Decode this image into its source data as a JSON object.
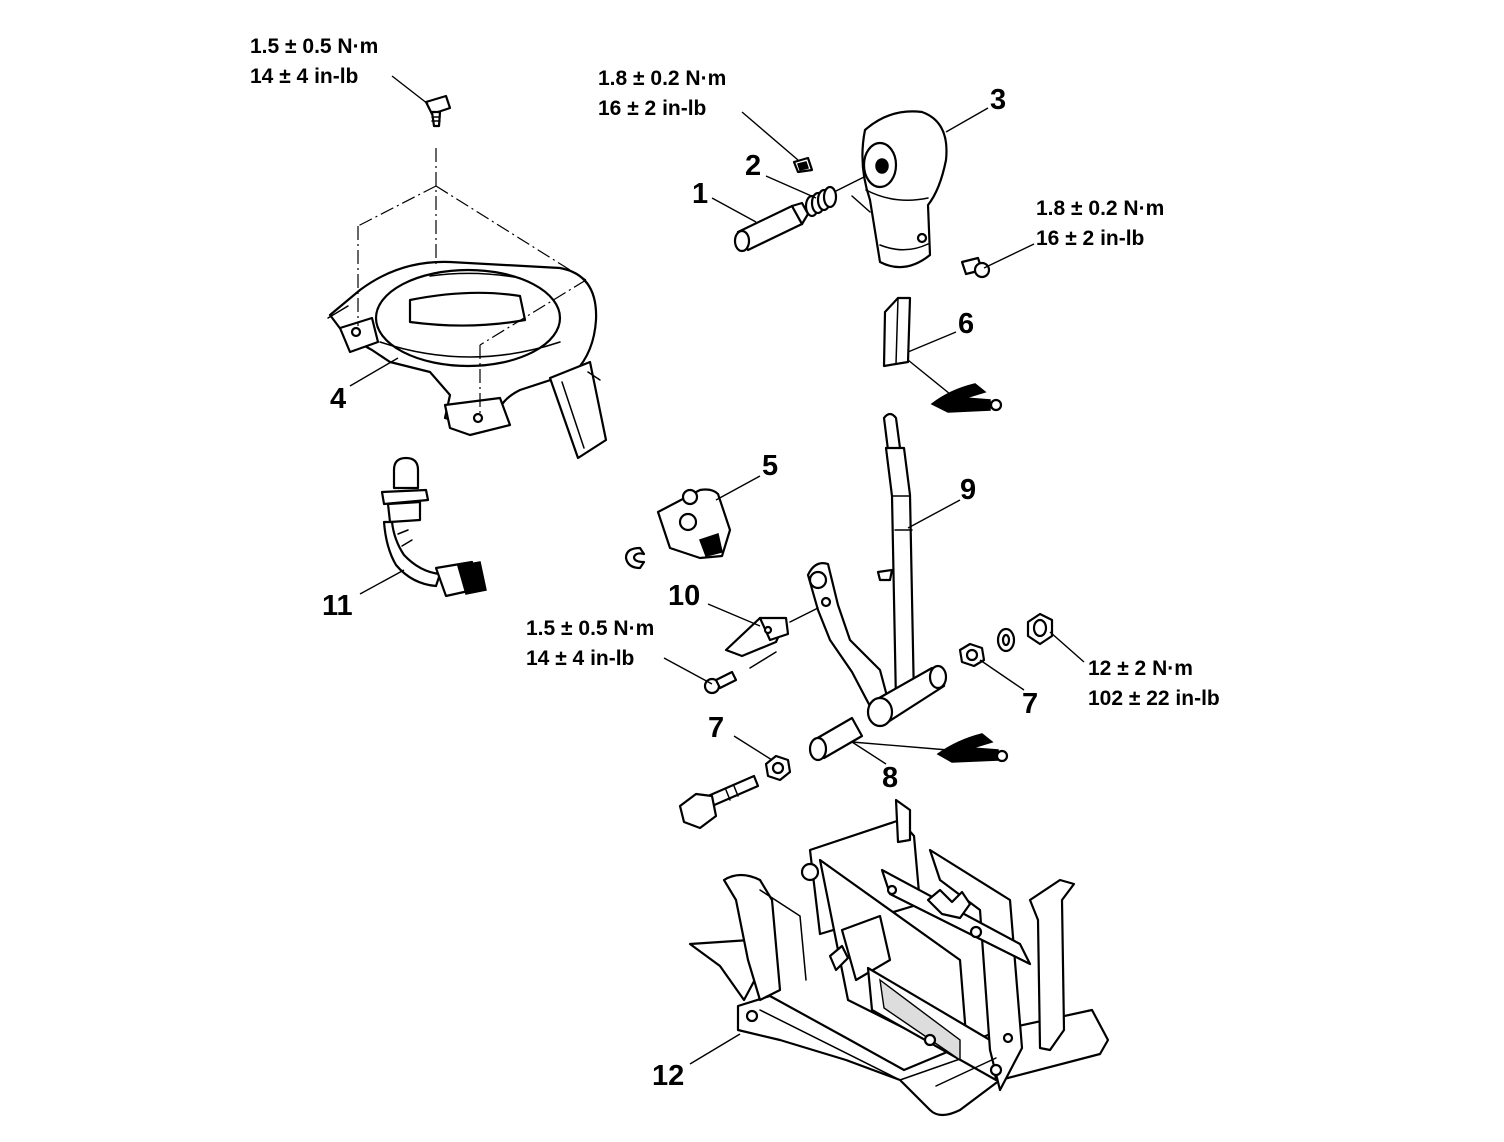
{
  "parts": {
    "p1": "1",
    "p2": "2",
    "p3": "3",
    "p4": "4",
    "p5": "5",
    "p6": "6",
    "p7a": "7",
    "p7b": "7",
    "p8": "8",
    "p9": "9",
    "p10": "10",
    "p11": "11",
    "p12": "12"
  },
  "torques": {
    "t_indicator": {
      "nm": "1.5 ± 0.5 N·m",
      "inlb": "14 ± 4 in-lb"
    },
    "t_knob_top": {
      "nm": "1.8 ± 0.2 N·m",
      "inlb": "16 ± 2 in-lb"
    },
    "t_knob_side": {
      "nm": "1.8 ± 0.2 N·m",
      "inlb": "16 ± 2 in-lb"
    },
    "t_detent": {
      "nm": "1.5 ± 0.5 N·m",
      "inlb": "14 ± 4 in-lb"
    },
    "t_lever_nut": {
      "nm": "12 ± 2 N·m",
      "inlb": "102 ± 22 in-lb"
    }
  }
}
